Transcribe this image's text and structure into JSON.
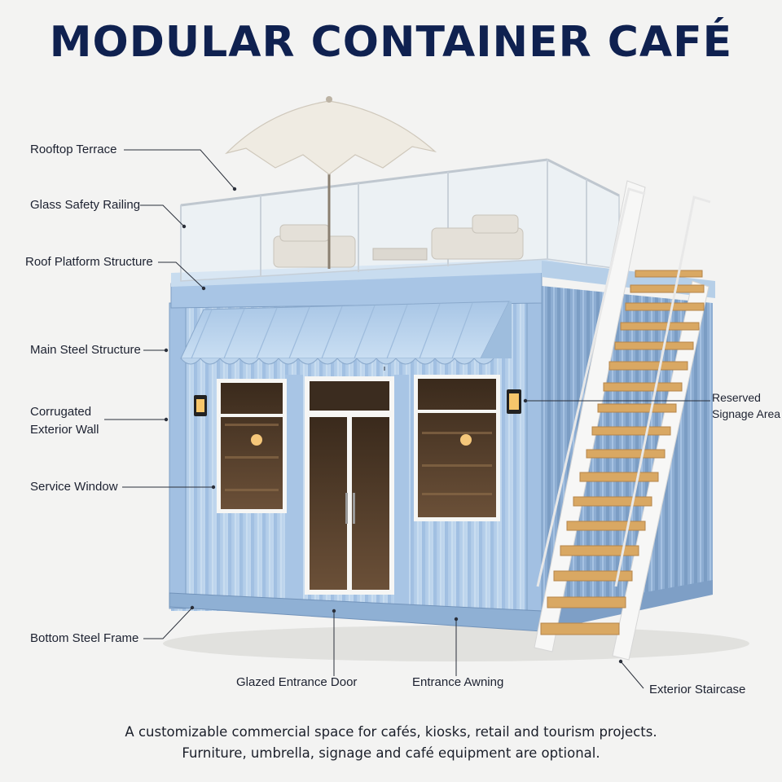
{
  "title": "MODULAR CONTAINER CAFÉ",
  "labels": {
    "rooftop_terrace": "Rooftop Terrace",
    "glass_safety_railing": "Glass Safety Railing",
    "roof_platform_structure": "Roof Platform Structure",
    "main_steel_structure": "Main Steel Structure",
    "corrugated_exterior_wall_line1": "Corrugated",
    "corrugated_exterior_wall_line2": "Exterior Wall",
    "service_window": "Service Window",
    "bottom_steel_frame": "Bottom Steel Frame",
    "glazed_entrance_door": "Glazed Entrance Door",
    "entrance_awning": "Entrance Awning",
    "exterior_staircase": "Exterior Staircase",
    "reserved_signage_line1": "Reserved",
    "reserved_signage_line2": "Signage Area"
  },
  "footer": {
    "line1": "A customizable commercial space for cafés, kiosks, retail and tourism projects.",
    "line2": "Furniture, umbrella, signage and café equipment are optional."
  },
  "colors": {
    "title": "#0f2150",
    "container": "#b7d0ea",
    "container_dark": "#94b4d6",
    "stair_tread": "#d9a863",
    "leader": "#2a2f3a"
  }
}
